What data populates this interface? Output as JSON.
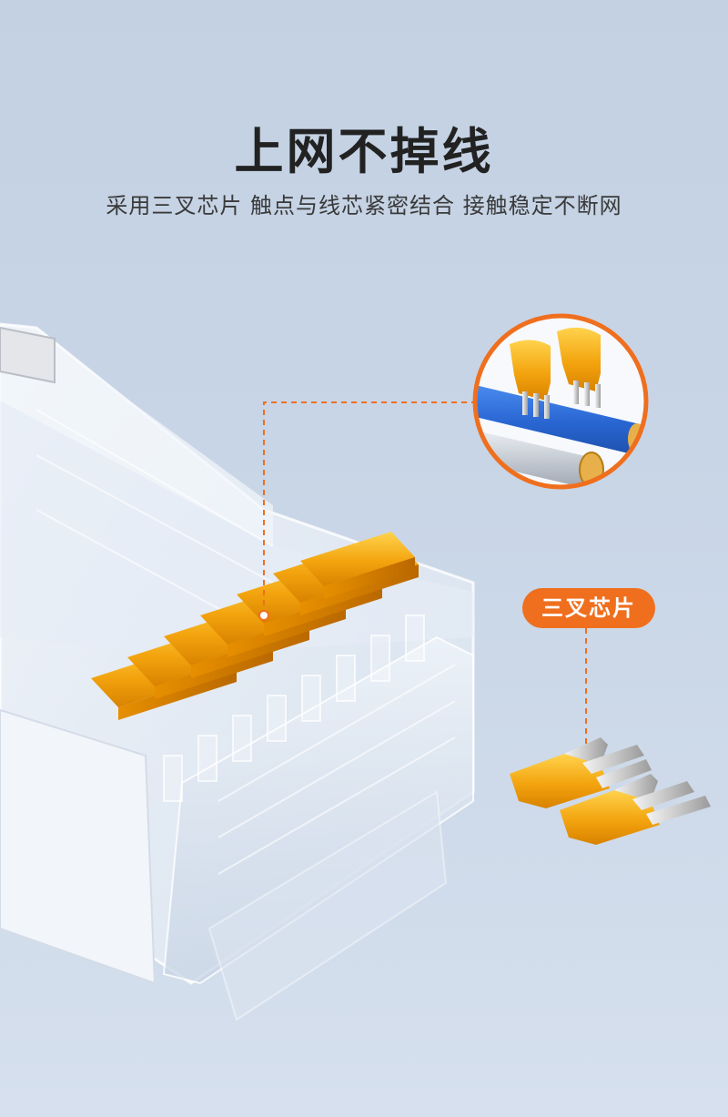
{
  "headline": "上网不掉线",
  "subline": "采用三叉芯片 触点与线芯紧密结合 接触稳定不断网",
  "callout_label": "三叉芯片",
  "colors": {
    "accent": "#ef6f1e",
    "gold": "#f1a60c",
    "background": "#c8d5e6"
  }
}
